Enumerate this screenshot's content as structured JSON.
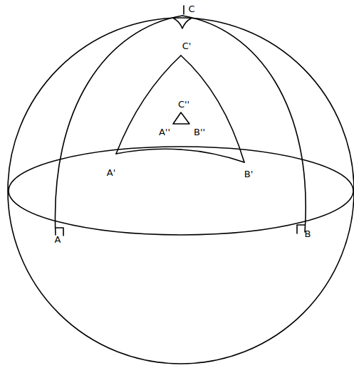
{
  "diagram": {
    "labels": [
      "C",
      "C'",
      "C''",
      "A''",
      "B''",
      "A'",
      "B'",
      "A",
      "B"
    ]
  }
}
